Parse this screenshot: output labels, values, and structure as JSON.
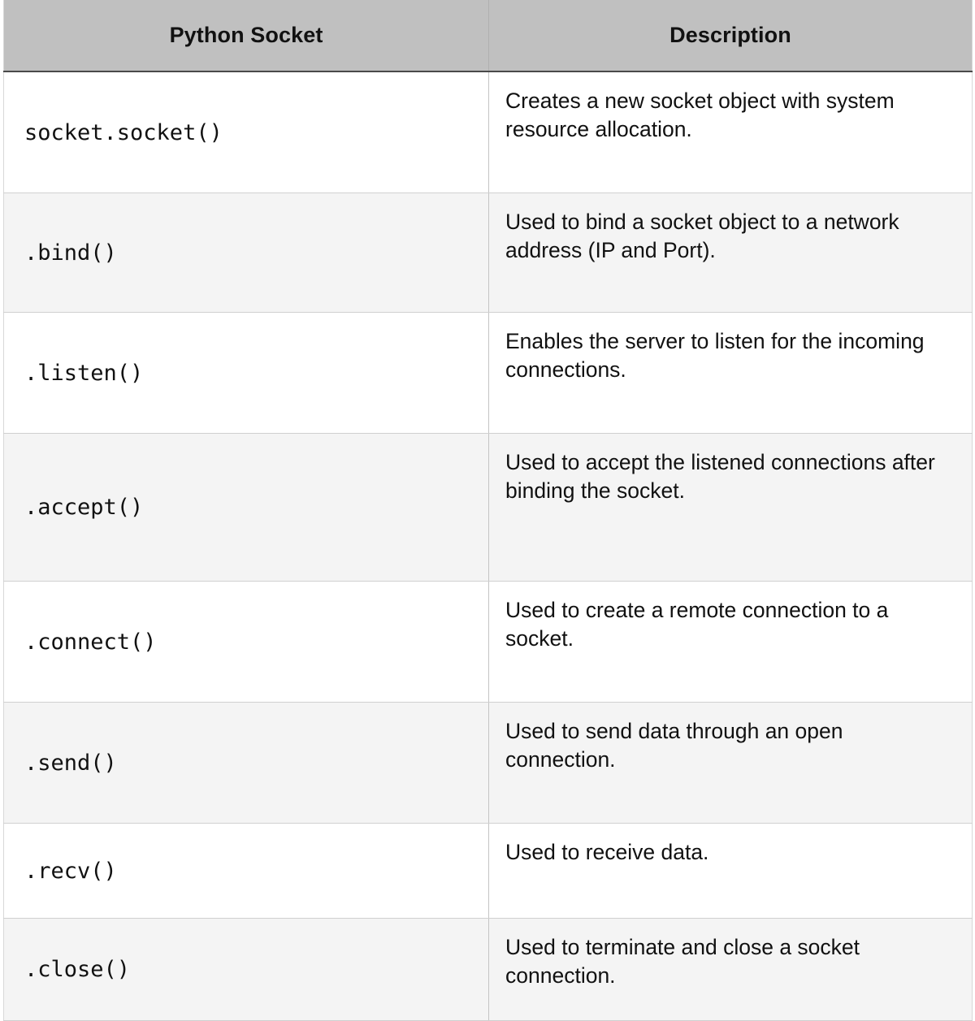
{
  "table": {
    "columns": [
      {
        "key": "code",
        "label": "Python Socket"
      },
      {
        "key": "description",
        "label": "Description"
      }
    ],
    "header_background": "#c0c0c0",
    "header_text_color": "#111111",
    "row_background_default": "#ffffff",
    "row_background_alternate": "#f4f4f4",
    "border_color": "#d0d0d0",
    "header_rule_color": "#4a4a4a",
    "rows": [
      {
        "code": "socket.socket()",
        "description": "Creates a new socket object with system resource allocation."
      },
      {
        "code": ".bind()",
        "description": "Used to bind a socket object to a network address (IP and Port)."
      },
      {
        "code": ".listen()",
        "description": "Enables the server to listen for the incoming connections."
      },
      {
        "code": ".accept()",
        "description": "Used to accept the listened connections after binding the socket."
      },
      {
        "code": ".connect()",
        "description": "Used to create a remote connection to a socket."
      },
      {
        "code": ".send()",
        "description": "Used to send data through an open connection."
      },
      {
        "code": ".recv()",
        "description": "Used to receive data."
      },
      {
        "code": ".close()",
        "description": "Used to terminate and close a socket connection."
      }
    ]
  }
}
